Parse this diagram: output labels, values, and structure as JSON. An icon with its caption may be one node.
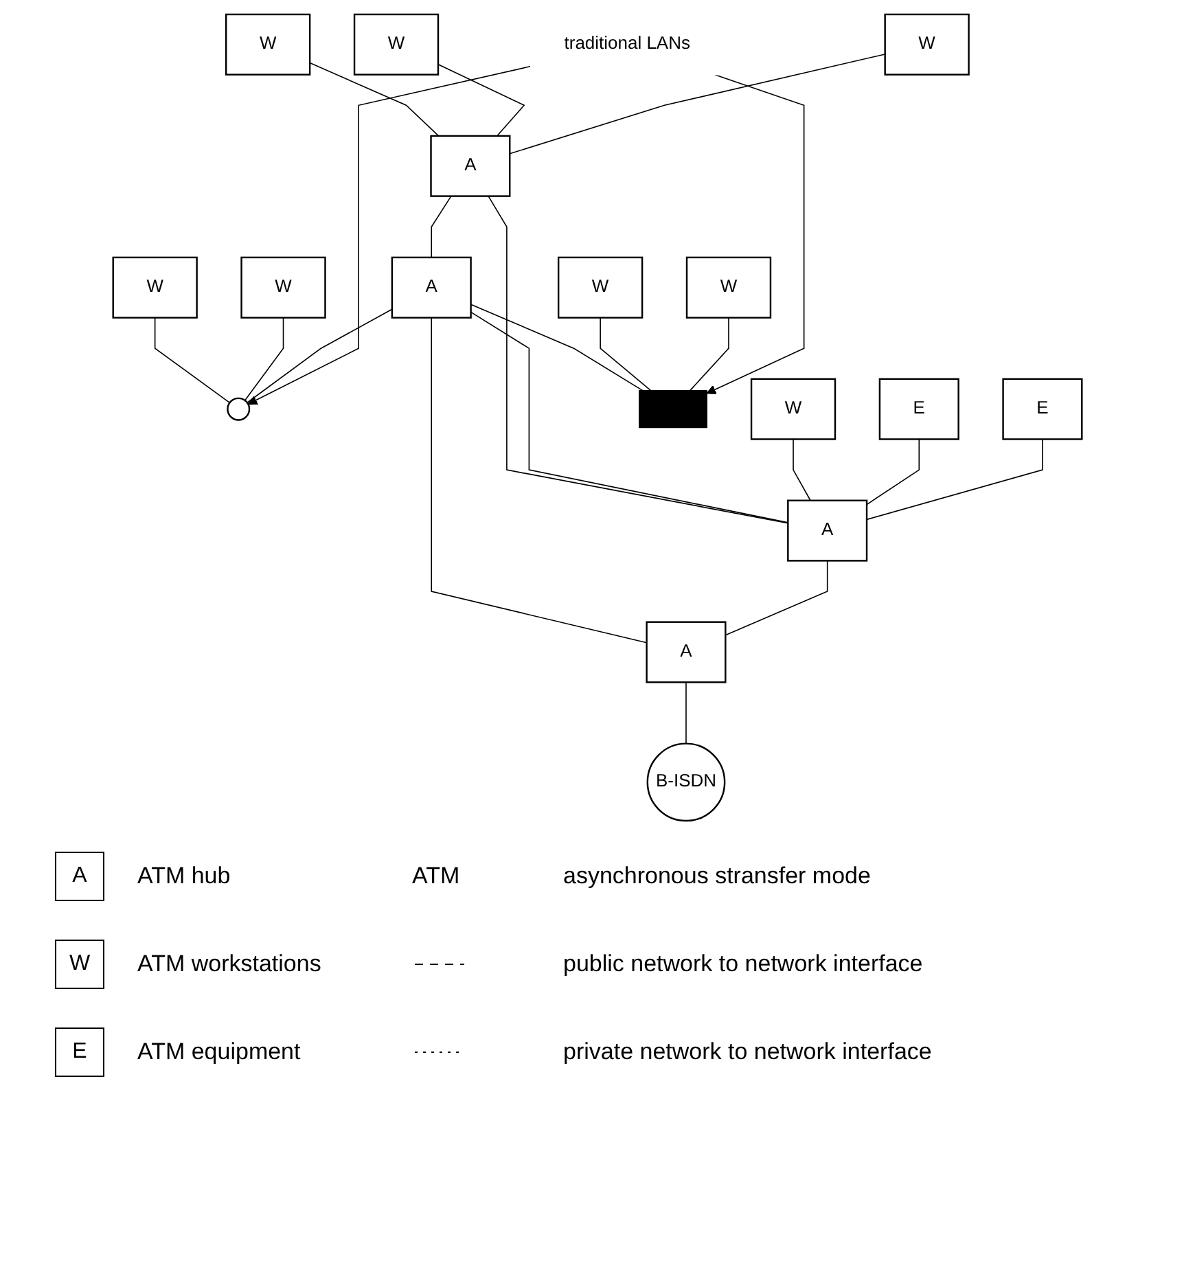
{
  "diagram": {
    "nodes": [
      {
        "text": [
          "W"
        ]
      },
      {
        "text": [
          "W"
        ]
      },
      {
        "text": [
          "W"
        ]
      },
      {
        "text": [
          "W"
        ]
      },
      {
        "text": [
          "W"
        ]
      },
      {
        "text": [],
        "shape": "ellipse"
      },
      {
        "text": [
          "A"
        ]
      },
      {
        "text": [
          "W"
        ]
      },
      {
        "text": [
          "A"
        ]
      },
      {
        "text": [
          "W"
        ]
      },
      {
        "text": [
          "W"
        ]
      },
      {
        "text": [
          "E"
        ]
      },
      {
        "text": [
          "A"
        ]
      },
      {
        "text": [
          "A"
        ]
      },
      {
        "text": [
          "E"
        ]
      },
      {
        "text": [
          "B-ISDN"
        ]
      },
      {
        "text": [],
        "shape": "bar"
      },
      {
        "text": [
          "traditional LANs"
        ]
      }
    ],
    "edges": [
      {
        "from": 0,
        "to": 6,
        "arrow": "none"
      },
      {
        "from": 1,
        "to": 6,
        "arrow": "none"
      },
      {
        "from": 2,
        "to": 6,
        "arrow": "none"
      },
      {
        "from": 3,
        "to": 5,
        "arrow": "none"
      },
      {
        "from": 4,
        "to": 5,
        "arrow": "none"
      },
      {
        "from": 8,
        "to": 5,
        "arrow": "none"
      },
      {
        "from": 6,
        "to": 8,
        "arrow": "none"
      },
      {
        "from": 6,
        "to": 12,
        "arrow": "none"
      },
      {
        "from": 8,
        "to": 16,
        "arrow": "none"
      },
      {
        "from": 7,
        "to": 16,
        "arrow": "none"
      },
      {
        "from": 9,
        "to": 16,
        "arrow": "none"
      },
      {
        "from": 17,
        "to": 5,
        "arrow": "to"
      },
      {
        "from": 17,
        "to": 16,
        "arrow": "to"
      },
      {
        "from": 8,
        "to": 12,
        "arrow": "none"
      },
      {
        "from": 8,
        "to": 13,
        "arrow": "none"
      },
      {
        "from": 10,
        "to": 12,
        "arrow": "none"
      },
      {
        "from": 11,
        "to": 12,
        "arrow": "none"
      },
      {
        "from": 12,
        "to": 13,
        "arrow": "none"
      },
      {
        "from": 14,
        "to": 12,
        "arrow": "none"
      },
      {
        "from": 13,
        "to": 15,
        "arrow": "none"
      }
    ],
    "labels": [
      "A",
      "ATM",
      "asynchronous stransfer mode",
      "W",
      "E"
    ],
    "legend": [
      {
        "text": "ATM hub"
      },
      {
        "text": "ATM workstations"
      },
      {
        "text": "ATM equipment"
      },
      {
        "text": "public network to network interface"
      },
      {
        "text": "private network to network interface"
      }
    ]
  }
}
